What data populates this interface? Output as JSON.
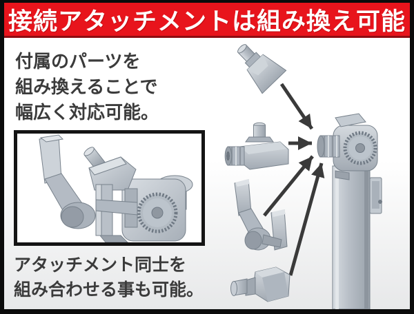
{
  "header": {
    "title": "接続アタッチメントは組み換え可能"
  },
  "intro": {
    "line1": "付属のパーツを",
    "line2": "組み換えることで",
    "line3": "幅広く対応可能。"
  },
  "note": {
    "line1": "アタッチメント同士を",
    "line2": "組み合わせる事も可能。"
  },
  "illustration": {
    "closeup": "attachment-joint-closeup-render",
    "parts": [
      "angled-adapter-part",
      "l-connector-part",
      "u-fork-part",
      "hex-connector-part",
      "stand-pole"
    ],
    "arrow_count": 4
  },
  "colors": {
    "header_bg": "#e8141c",
    "frame": "#0b0b0b",
    "text": "#3b3b3b",
    "part_gray": "#b9c0c8",
    "arrow": "#3a3a3a"
  }
}
